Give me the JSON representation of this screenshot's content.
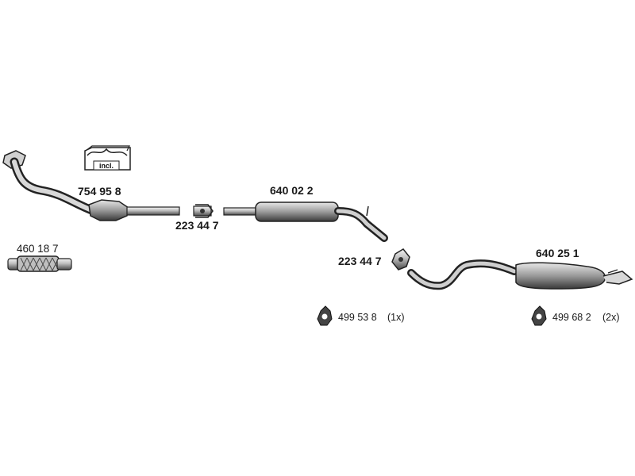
{
  "diagram": {
    "parts": {
      "front_pipe_catalyst": "754 95 8",
      "clamp_1": "223 44 7",
      "center_silencer": "640 02 2",
      "clamp_2": "223 44 7",
      "rear_silencer": "640 25 1",
      "flex_pipe": "460 18 7",
      "hanger_1": "499 53 8",
      "hanger_2": "499 68 2"
    },
    "quantities": {
      "hanger_1": "(1x)",
      "hanger_2": "(2x)"
    },
    "kit_box_label": "incl."
  }
}
